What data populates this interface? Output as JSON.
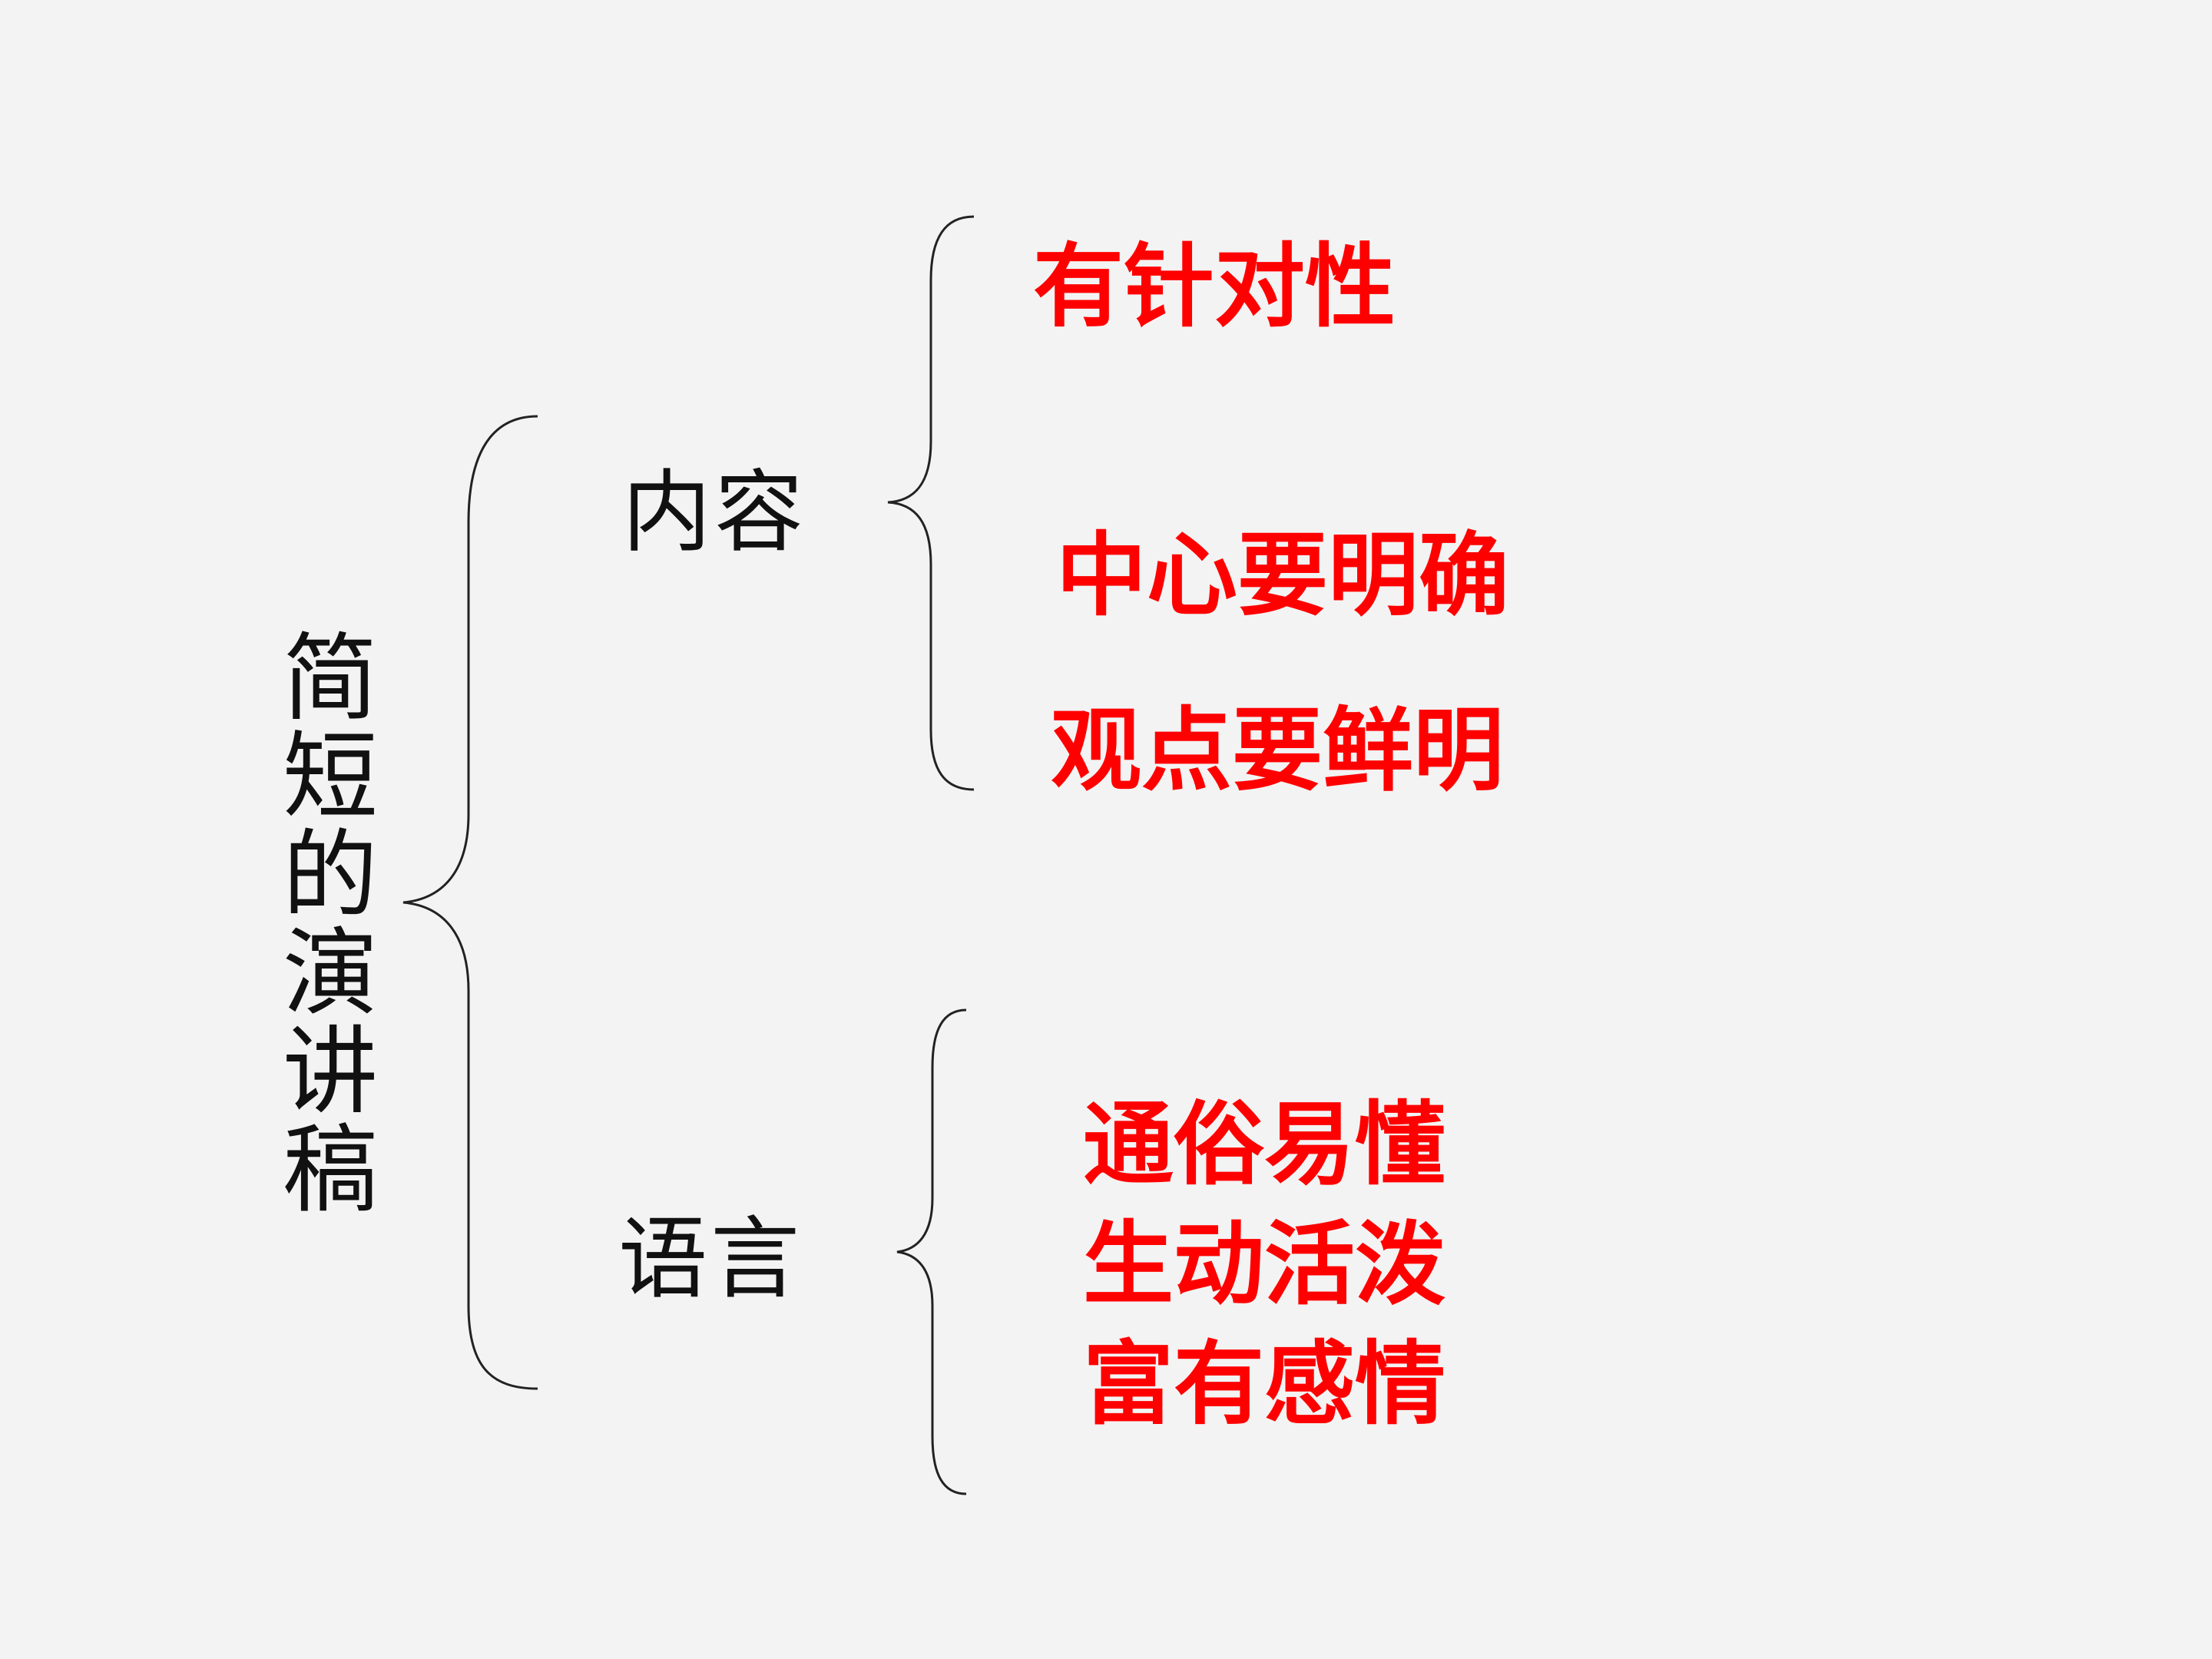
{
  "diagram": {
    "root": "简短的演讲稿",
    "branches": [
      {
        "label": "内容",
        "items": [
          "有针对性",
          "中心要明确",
          "观点要鲜明"
        ]
      },
      {
        "label": "语言",
        "items": [
          "通俗易懂",
          "生动活泼",
          "富有感情"
        ]
      }
    ],
    "colors": {
      "background": "#f3f3f3",
      "text": "#111111",
      "highlight": "#ff0000",
      "line": "#222222"
    }
  }
}
